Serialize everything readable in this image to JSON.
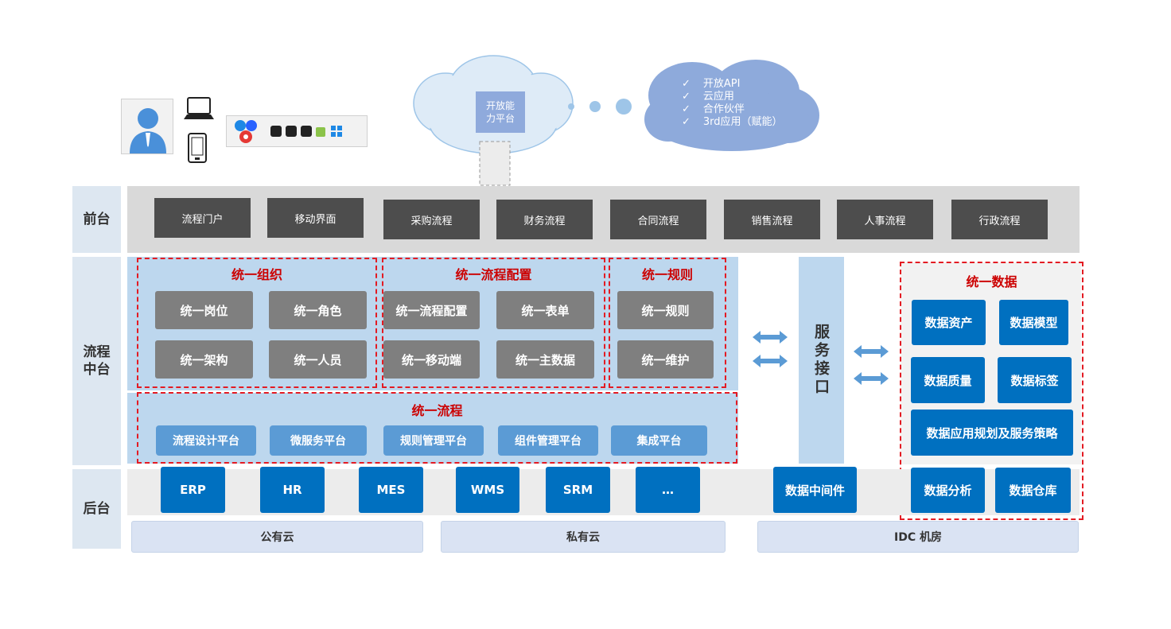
{
  "clouds": {
    "capability_label": "开放能\n力平台",
    "features": [
      "开放API",
      "云应用",
      "合作伙伴",
      "3rd应用（赋能）"
    ]
  },
  "rows": {
    "front": "前台",
    "middle": "流程\n中台",
    "back": "后台"
  },
  "front_buttons": [
    "流程门户",
    "移动界面",
    "采购流程",
    "财务流程",
    "合同流程",
    "销售流程",
    "人事流程",
    "行政流程"
  ],
  "groups": {
    "org": {
      "title": "统一组织",
      "items": [
        "统一岗位",
        "统一角色",
        "统一架构",
        "统一人员"
      ]
    },
    "config": {
      "title": "统一流程配置",
      "items": [
        "统一流程配置",
        "统一表单",
        "统一移动端",
        "统一主数据"
      ]
    },
    "rules": {
      "title": "统一规则",
      "items": [
        "统一规则",
        "统一维护"
      ]
    },
    "process": {
      "title": "统一流程",
      "items": [
        "流程设计平台",
        "微服务平台",
        "规则管理平台",
        "组件管理平台",
        "集成平台"
      ]
    },
    "data": {
      "title": "统一数据",
      "items": [
        "数据资产",
        "数据模型",
        "数据质量",
        "数据标签",
        "数据应用规划及服务策略",
        "数据分析",
        "数据仓库"
      ]
    }
  },
  "service_interface": "服务接口",
  "backend_systems": [
    "ERP",
    "HR",
    "MES",
    "WMS",
    "SRM",
    "…"
  ],
  "middleware": "数据中间件",
  "clouds_bottom": [
    "公有云",
    "私有云",
    "IDC 机房"
  ],
  "colors": {
    "accent_red": "#e31b23",
    "brand_blue": "#0070c0",
    "light_blue": "#bdd7ee",
    "dark_gray": "#4d4d4d"
  }
}
